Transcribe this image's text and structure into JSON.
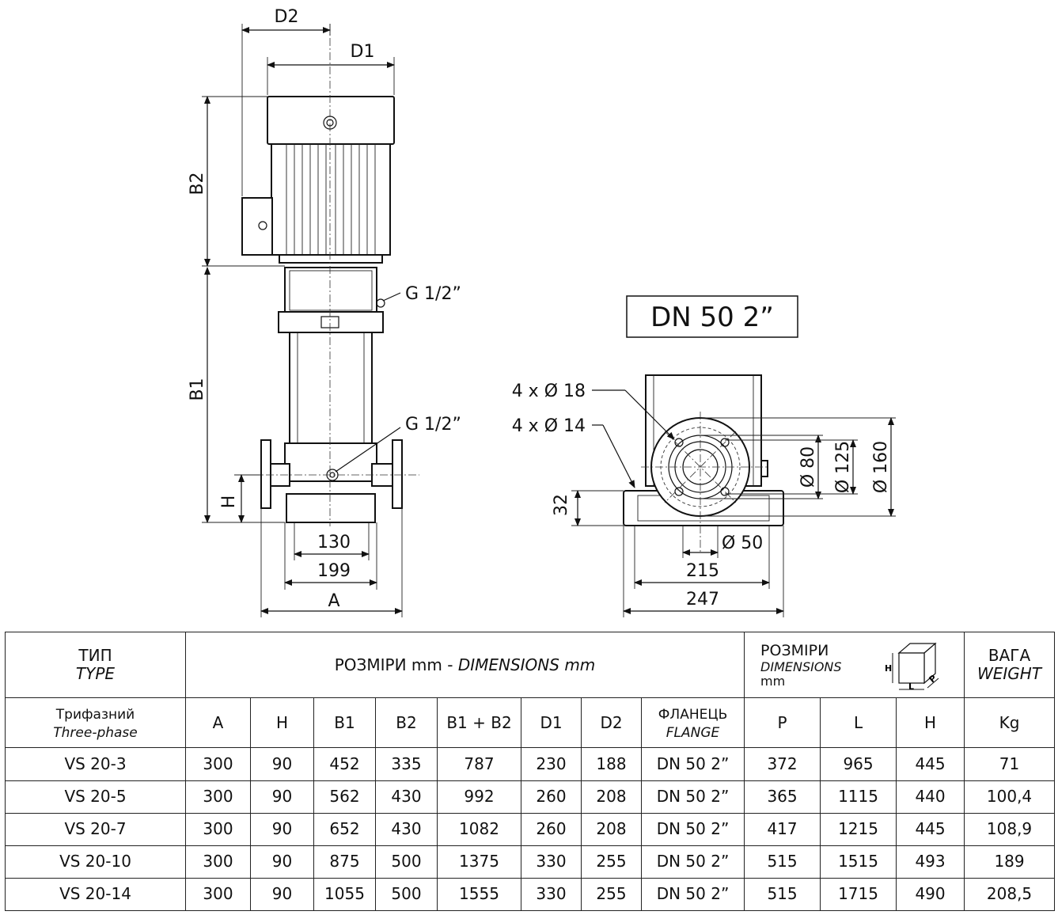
{
  "drawing": {
    "side_view": {
      "labels": {
        "d2": "D2",
        "d1": "D1",
        "b2": "B2",
        "b1": "B1",
        "h": "H",
        "g_top": "G 1/2”",
        "g_bottom": "G 1/2”",
        "w130": "130",
        "w199": "199",
        "a": "A"
      }
    },
    "flange_view": {
      "title": "DN 50 2”",
      "labels": {
        "holes_18": "4 x Ø 18",
        "holes_14": "4 x Ø 14",
        "d80": "Ø 80",
        "d125": "Ø 125",
        "d160": "Ø 160",
        "d50": "Ø 50",
        "h32": "32",
        "w215": "215",
        "w247": "247"
      }
    }
  },
  "table": {
    "header": {
      "type_ua": "ТИП",
      "type_en": "TYPE",
      "dims_ua": "РОЗМІРИ mm - ",
      "dims_en": "DIMENSIONS mm",
      "pack_ua": "РОЗМІРИ",
      "pack_en": "DIMENSIONS",
      "pack_unit": "mm",
      "weight_ua": "ВАГА",
      "weight_en": "WEIGHT",
      "icon_labels": {
        "h": "H",
        "l": "L",
        "p": "P"
      }
    },
    "subheader": {
      "phase_ua": "Трифазний",
      "phase_en": "Three-phase",
      "a": "A",
      "h": "H",
      "b1": "B1",
      "b2": "B2",
      "b1b2": "B1 + B2",
      "d1": "D1",
      "d2": "D2",
      "flange_ua": "ФЛАНЕЦЬ",
      "flange_en": "FLANGE",
      "p": "P",
      "l": "L",
      "hh": "H",
      "kg": "Kg"
    },
    "rows": [
      [
        "VS 20-3",
        "300",
        "90",
        "452",
        "335",
        "787",
        "230",
        "188",
        "DN 50 2”",
        "372",
        "965",
        "445",
        "71"
      ],
      [
        "VS 20-5",
        "300",
        "90",
        "562",
        "430",
        "992",
        "260",
        "208",
        "DN 50 2”",
        "365",
        "1115",
        "440",
        "100,4"
      ],
      [
        "VS 20-7",
        "300",
        "90",
        "652",
        "430",
        "1082",
        "260",
        "208",
        "DN 50 2”",
        "417",
        "1215",
        "445",
        "108,9"
      ],
      [
        "VS 20-10",
        "300",
        "90",
        "875",
        "500",
        "1375",
        "330",
        "255",
        "DN 50 2”",
        "515",
        "1515",
        "493",
        "189"
      ],
      [
        "VS 20-14",
        "300",
        "90",
        "1055",
        "500",
        "1555",
        "330",
        "255",
        "DN 50 2”",
        "515",
        "1715",
        "490",
        "208,5"
      ]
    ]
  }
}
